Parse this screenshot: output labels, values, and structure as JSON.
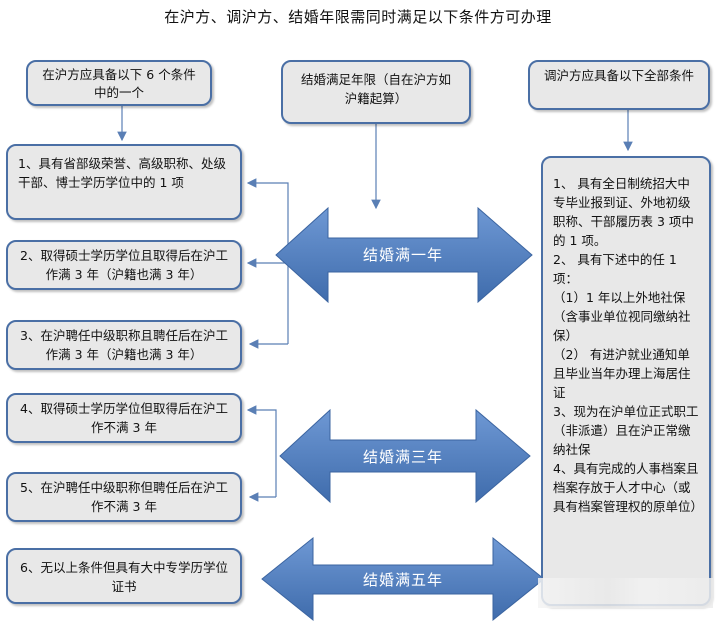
{
  "title": "在沪方、调沪方、结婚年限需同时满足以下条件方可办理",
  "top": {
    "left_header": "在沪方应具备以下 6 个条件中的一个",
    "middle_header": "结婚满足年限（自在沪方如沪籍起算）",
    "right_header": "调沪方应具备以下全部条件"
  },
  "conditions": [
    "1、具有省部级荣誉、高级职称、处级干部、博士学历学位中的 1 项",
    "2、取得硕士学历学位且取得后在沪工作满 3 年（沪籍也满 3 年）",
    "3、在沪聘任中级职称且聘任后在沪工作满 3 年（沪籍也满 3 年）",
    "4、取得硕士学历学位但取得后在沪工作不满 3 年",
    "5、在沪聘任中级职称但聘任后在沪工作不满 3 年",
    "6、无以上条件但具有大中专学历学位证书"
  ],
  "arrows": [
    "结婚满一年",
    "结婚满三年",
    "结婚满五年"
  ],
  "right_items": [
    "1、 具有全日制统招大中专毕业报到证、外地初级职称、干部履历表 3 项中的 1 项。",
    "2、 具有下述中的任 1 项：",
    "（1）1 年以上外地社保（含事业单位视同缴纳社保）",
    "（2） 有进沪就业通知单且毕业当年办理上海居住证",
    "3、现为在沪单位正式职工（非派遣）且在沪正常缴纳社保",
    "4、具有完成的人事档案且档案存放于人才中心（或具有档案管理权的原单位）"
  ],
  "colors": {
    "accent": "#4a78b8",
    "border": "#4a6fa5",
    "box_fill": "#e8e8e8"
  }
}
